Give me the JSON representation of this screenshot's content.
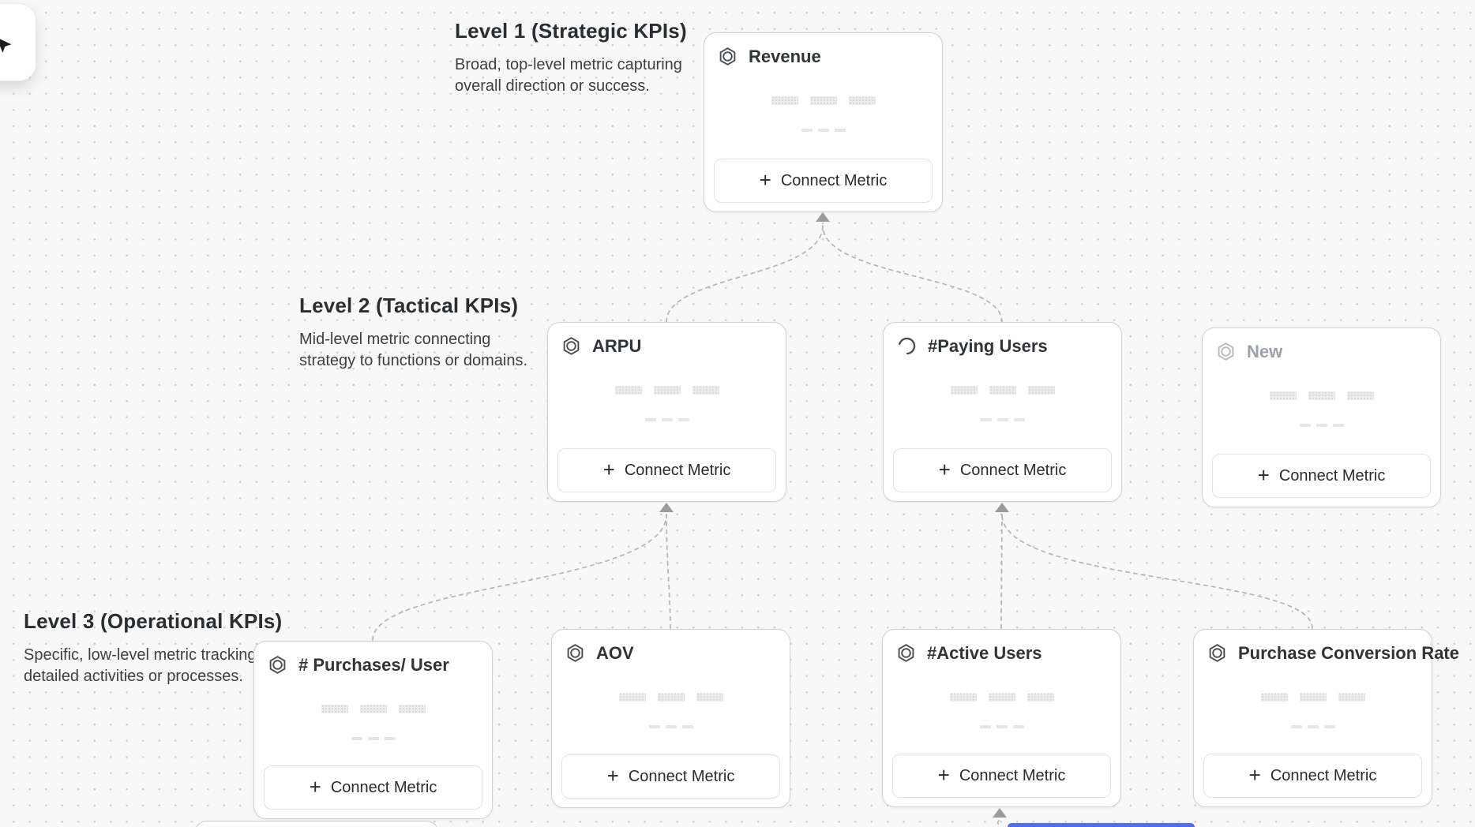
{
  "labels": {
    "connect_metric": "Connect Metric",
    "plus": "+"
  },
  "levels": [
    {
      "title": "Level 1 (Strategic KPIs)",
      "desc_lines": [
        "Broad, top-level metric capturing",
        "overall direction or success."
      ]
    },
    {
      "title": "Level 2 (Tactical KPIs)",
      "desc_lines": [
        "Mid-level metric connecting",
        "strategy to functions or domains."
      ]
    },
    {
      "title": "Level 3 (Operational KPIs)",
      "desc_lines": [
        "Specific, low-level metric tracking",
        "detailed activities or processes."
      ]
    }
  ],
  "nodes": {
    "revenue": {
      "title": "Revenue",
      "level": 1,
      "icon": "metric-hexagon"
    },
    "arpu": {
      "title": "ARPU",
      "level": 2,
      "icon": "metric-hexagon"
    },
    "paying_users": {
      "title": "#Paying Users",
      "level": 2,
      "icon": "loading-spinner"
    },
    "new_metric": {
      "title": "New",
      "level": 2,
      "icon": "metric-hexagon",
      "muted": true
    },
    "purchases_per_user": {
      "title": "# Purchases/ User",
      "level": 3,
      "icon": "metric-hexagon"
    },
    "aov": {
      "title": "AOV",
      "level": 3,
      "icon": "metric-hexagon"
    },
    "active_users": {
      "title": "#Active Users",
      "level": 3,
      "icon": "metric-hexagon"
    },
    "purchase_conversion_rate": {
      "title": "Purchase Conversion Rate",
      "level": 3,
      "icon": "metric-hexagon"
    }
  },
  "edges": [
    {
      "from": "arpu",
      "to": "revenue"
    },
    {
      "from": "paying_users",
      "to": "revenue"
    },
    {
      "from": "purchases_per_user",
      "to": "arpu"
    },
    {
      "from": "aov",
      "to": "arpu"
    },
    {
      "from": "active_users",
      "to": "paying_users"
    },
    {
      "from": "purchase_conversion_rate",
      "to": "paying_users"
    },
    {
      "from": "offscreen_below",
      "to": "active_users"
    }
  ],
  "colors": {
    "accent_blue": "#4c6ef5",
    "connector_gray": "#b5b5b5",
    "canvas_bg": "#f8f8f8"
  }
}
